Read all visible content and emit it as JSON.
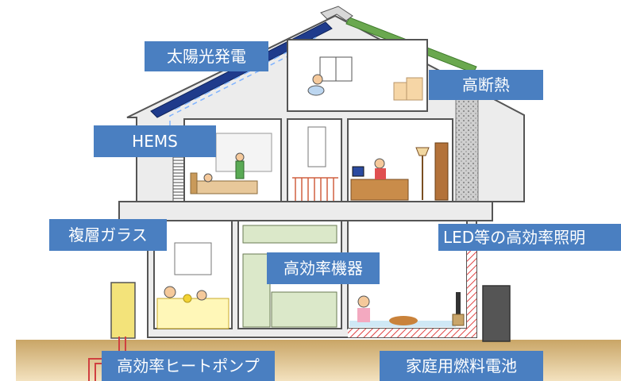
{
  "labels": {
    "solar": "太陽光発電",
    "insulation": "高断熱",
    "hems": "HEMS",
    "led": "LED等の高効率照明",
    "glass": "複層ガラス",
    "equipment": "高効率機器",
    "heat_pump": "高効率ヒートポンプ",
    "fuel_cell": "家庭用燃料電池"
  },
  "colors": {
    "label_bg": "#4a7fc1",
    "wall": "#e9e9e9",
    "outline": "#555555",
    "solar_panel": "#1f3b8c",
    "green_roof": "#6aa84f",
    "ground": "#d8b77a",
    "hatch": "#e04040"
  }
}
